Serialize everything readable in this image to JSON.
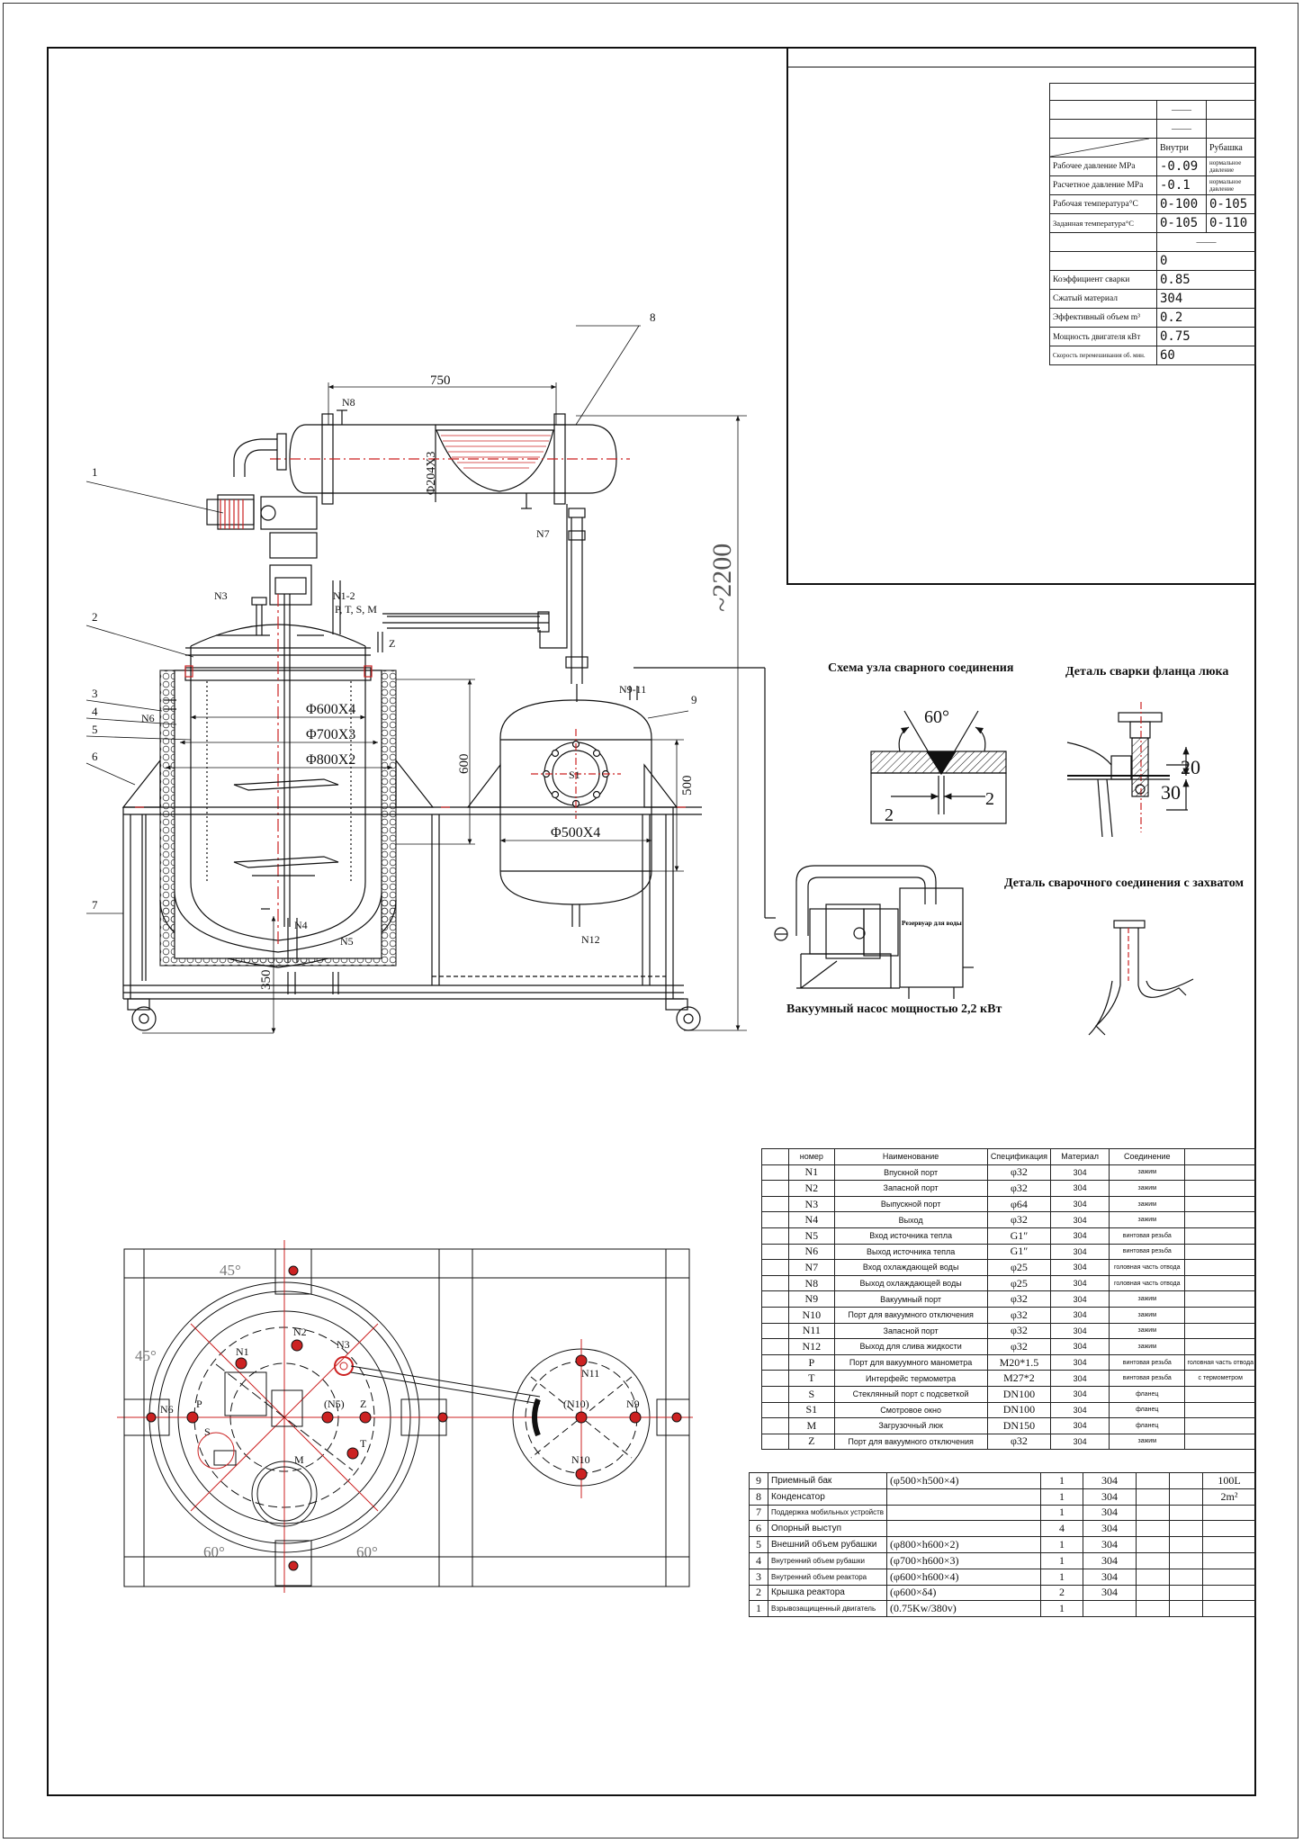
{
  "spec_table": {
    "headers": {
      "inside": "Внутри",
      "jacket": "Рубашка"
    },
    "blank_dash": "——",
    "rows": [
      {
        "label": "Рабочее давление MPa",
        "inside": "-0.09",
        "jacket": "нормальное давление"
      },
      {
        "label": "Расчетное давление MPa",
        "inside": "-0.1",
        "jacket": "нормальное давление"
      },
      {
        "label": "Рабочая температура°C",
        "inside": "0-100",
        "jacket": "0-105"
      },
      {
        "label": "Заданная температура°C",
        "inside": "0-105",
        "jacket": "0-110"
      }
    ],
    "zero": "0",
    "single_rows": [
      {
        "label": "Коэффициент сварки",
        "value": "0.85"
      },
      {
        "label": "Сжатый материал",
        "value": "304"
      },
      {
        "label": "Эффективный объем m³",
        "value": "0.2"
      },
      {
        "label": "Мощность двигателя кВт",
        "value": "0.75"
      },
      {
        "label": "Скорость перемешивания об. мин.",
        "value": "60"
      }
    ]
  },
  "drawing": {
    "dim_750": "750",
    "dim_2200": "~2200",
    "dim_600": "600",
    "dim_500": "500",
    "dim_350": "350",
    "dia_condenser": "Φ204X3",
    "dia_600": "Φ600X4",
    "dia_700": "Φ700X3",
    "dia_800": "Φ800X2",
    "dia_500": "Φ500X4",
    "labels": {
      "n8": "N8",
      "n7": "N7",
      "n3": "N3",
      "n1_2": "N1-2",
      "ptsm": "P, T, S, M",
      "z": "Z",
      "n6": "N6",
      "n4": "N4",
      "n5": "N5",
      "n9_11": "N9-11",
      "s1": "S1",
      "n12": "N12"
    },
    "leaders": [
      "1",
      "2",
      "3",
      "4",
      "5",
      "6",
      "7",
      "8",
      "9"
    ],
    "tank_label": "Резервуар для воды"
  },
  "captions": {
    "weld": "Схема узла сварного соединения",
    "flange": "Деталь сварки фланца люка",
    "grip": "Деталь сварочного соединения с захватом",
    "pump": "Вакуумный насос мощностью 2,2 кВт"
  },
  "details": {
    "angle": "60°",
    "gap_left": "2",
    "gap_right": "2",
    "dim_20": "20",
    "dim_30": "30"
  },
  "plan": {
    "angle_45_top": "45°",
    "angle_45_left": "45°",
    "angle_60_left": "60°",
    "angle_60_right": "60°",
    "labels": {
      "n1": "N1",
      "n2": "N2",
      "n3": "N3",
      "n6": "N6",
      "p": "P",
      "s": "S",
      "n5": "(N5)",
      "z": "Z",
      "t": "T",
      "m": "M",
      "n11": "N11",
      "n10": "(N10)",
      "n9": "N9",
      "n10b": "N10"
    }
  },
  "ports_table": {
    "headers": [
      "номер",
      "Наименование",
      "Спецификация",
      "Материал",
      "Соединение"
    ],
    "rows": [
      {
        "code": "N1",
        "name": "Впускной порт",
        "spec": "φ32",
        "mat": "304",
        "conn": "зажим",
        "extra": ""
      },
      {
        "code": "N2",
        "name": "Запасной порт",
        "spec": "φ32",
        "mat": "304",
        "conn": "зажим",
        "extra": ""
      },
      {
        "code": "N3",
        "name": "Выпускной порт",
        "spec": "φ64",
        "mat": "304",
        "conn": "зажим",
        "extra": ""
      },
      {
        "code": "N4",
        "name": "Выход",
        "spec": "φ32",
        "mat": "304",
        "conn": "зажим",
        "extra": ""
      },
      {
        "code": "N5",
        "name": "Вход источника тепла",
        "spec": "G1″",
        "mat": "304",
        "conn": "винтовая резьба",
        "extra": ""
      },
      {
        "code": "N6",
        "name": "Выход источника тепла",
        "spec": "G1″",
        "mat": "304",
        "conn": "винтовая резьба",
        "extra": ""
      },
      {
        "code": "N7",
        "name": "Вход охлаждающей воды",
        "spec": "φ25",
        "mat": "304",
        "conn": "головная часть отвода",
        "extra": ""
      },
      {
        "code": "N8",
        "name": "Выход охлаждающей воды",
        "spec": "φ25",
        "mat": "304",
        "conn": "головная часть отвода",
        "extra": ""
      },
      {
        "code": "N9",
        "name": "Вакуумный порт",
        "spec": "φ32",
        "mat": "304",
        "conn": "зажим",
        "extra": ""
      },
      {
        "code": "N10",
        "name": "Порт для вакуумного отключения",
        "spec": "φ32",
        "mat": "304",
        "conn": "зажим",
        "extra": ""
      },
      {
        "code": "N11",
        "name": "Запасной порт",
        "spec": "φ32",
        "mat": "304",
        "conn": "зажим",
        "extra": ""
      },
      {
        "code": "N12",
        "name": "Выход для слива жидкости",
        "spec": "φ32",
        "mat": "304",
        "conn": "зажим",
        "extra": ""
      },
      {
        "code": "P",
        "name": "Порт для вакуумного манометра",
        "spec": "M20*1.5",
        "mat": "304",
        "conn": "винтовая резьба",
        "extra": "головная часть отвода"
      },
      {
        "code": "T",
        "name": "Интерфейс термометра",
        "spec": "M27*2",
        "mat": "304",
        "conn": "винтовая резьба",
        "extra": "с термометром"
      },
      {
        "code": "S",
        "name": "Стеклянный порт с подсветкой",
        "spec": "DN100",
        "mat": "304",
        "conn": "фланец",
        "extra": ""
      },
      {
        "code": "S1",
        "name": "Смотровое окно",
        "spec": "DN100",
        "mat": "304",
        "conn": "фланец",
        "extra": ""
      },
      {
        "code": "M",
        "name": "Загрузочный люк",
        "spec": "DN150",
        "mat": "304",
        "conn": "фланец",
        "extra": ""
      },
      {
        "code": "Z",
        "name": "Порт для вакуумного отключения",
        "spec": "φ32",
        "mat": "304",
        "conn": "зажим",
        "extra": ""
      }
    ]
  },
  "parts_table": {
    "rows": [
      {
        "num": "9",
        "name": "Приемный бак",
        "dim": "(φ500×h500×4)",
        "qty": "1",
        "mat": "304",
        "note": "100L"
      },
      {
        "num": "8",
        "name": "Конденсатор",
        "dim": "",
        "qty": "1",
        "mat": "304",
        "note": "2m²"
      },
      {
        "num": "7",
        "name": "Поддержка мобильных устройств",
        "dim": "",
        "qty": "1",
        "mat": "304",
        "note": ""
      },
      {
        "num": "6",
        "name": "Опорный выступ",
        "dim": "",
        "qty": "4",
        "mat": "304",
        "note": ""
      },
      {
        "num": "5",
        "name": "Внешний объем рубашки",
        "dim": "(φ800×h600×2)",
        "qty": "1",
        "mat": "304",
        "note": ""
      },
      {
        "num": "4",
        "name": "Внутренний объем рубашки",
        "dim": "(φ700×h600×3)",
        "qty": "1",
        "mat": "304",
        "note": ""
      },
      {
        "num": "3",
        "name": "Внутренний объем реактора",
        "dim": "(φ600×h600×4)",
        "qty": "1",
        "mat": "304",
        "note": ""
      },
      {
        "num": "2",
        "name": "Крышка реактора",
        "dim": "(φ600×δ4)",
        "qty": "2",
        "mat": "304",
        "note": ""
      },
      {
        "num": "1",
        "name": "Взрывозащищенный двигатель",
        "dim": "(0.75Kw/380v)",
        "qty": "1",
        "mat": "",
        "note": ""
      }
    ]
  }
}
